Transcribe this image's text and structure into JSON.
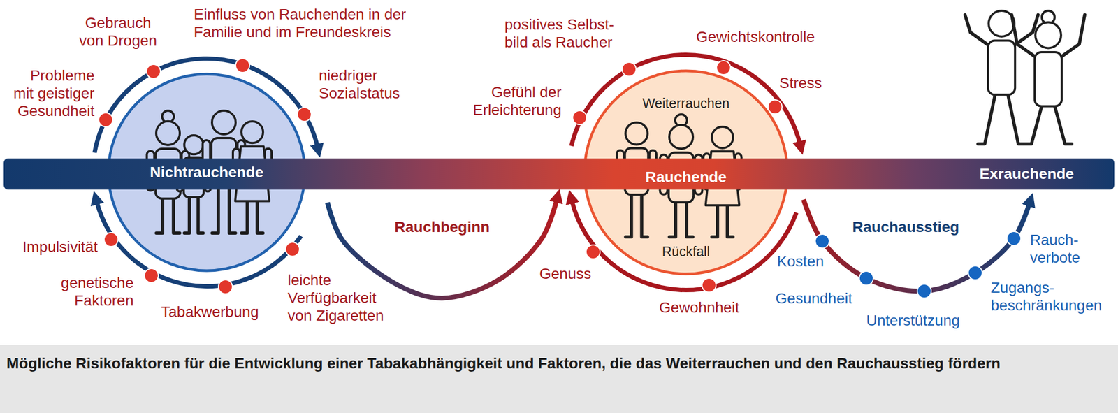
{
  "diagram": {
    "caption": "Mögliche Risikofaktoren für die Entwicklung einer Tabakabhängigkeit und Faktoren, die das Weiterrauchen und den Rauchausstieg fördern",
    "nodes": [
      {
        "text": [
          "Nichtrauchende"
        ]
      },
      {
        "text": [
          "Weiterrauchen",
          "Rauchende",
          "Rückfall"
        ]
      },
      {
        "text": [
          "Exrauchende"
        ]
      }
    ],
    "edges": [
      {
        "from": 0,
        "to": 1,
        "arrow": "to",
        "label": "Rauchbeginn"
      },
      {
        "from": 1,
        "to": 2,
        "arrow": "to",
        "label": "Rauchausstieg"
      }
    ],
    "labels": [
      "Gebrauch von Drogen",
      "Einfluss von Rauchenden in der Familie und im Freundeskreis",
      "niedriger Sozialstatus",
      "Probleme mit geistiger Gesundheit",
      "Impulsivität",
      "genetische Faktoren",
      "Tabakwerbung",
      "leichte Verfügbarkeit von Zigaretten",
      "positives Selbst- bild als Raucher",
      "Gewichtskontrolle",
      "Stress",
      "Gefühl der Erleichterung",
      "Genuss",
      "Gewohnheit",
      "Kosten",
      "Gesundheit",
      "Unterstützung",
      "Zugangs- beschränkungen",
      "Rauch- verbote"
    ]
  }
}
